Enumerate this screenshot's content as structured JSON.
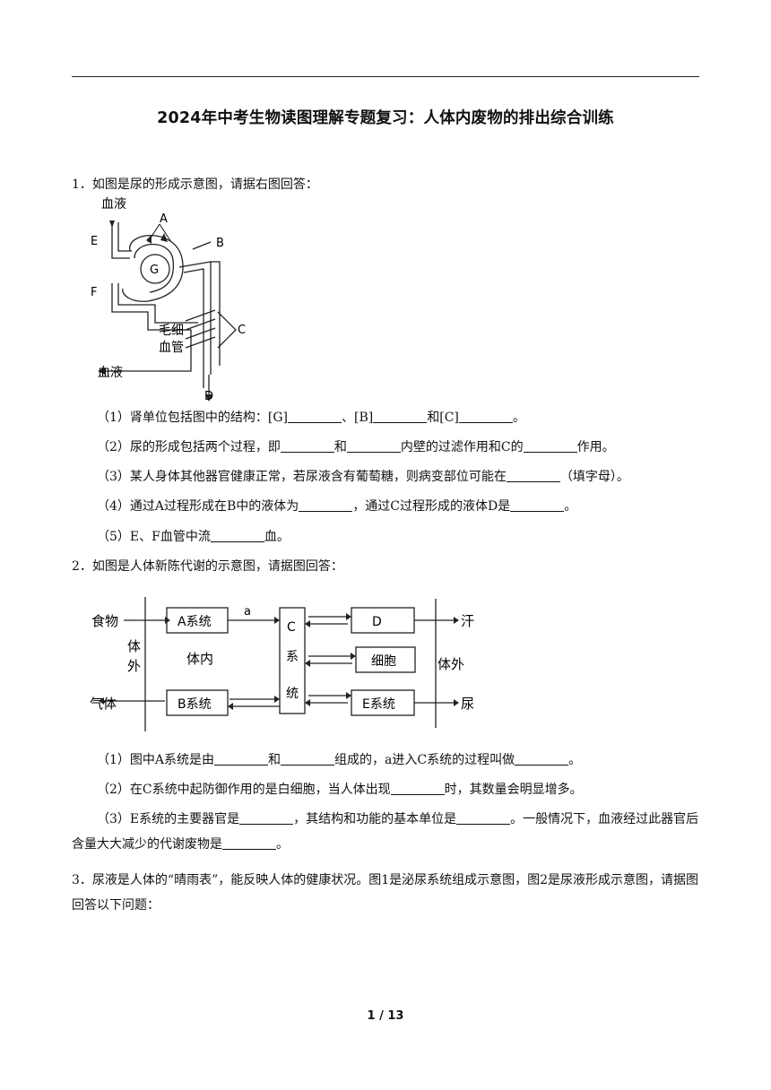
{
  "title": "2024年中考生物读图理解专题复习：人体内废物的排出综合训练",
  "q1": {
    "stem": "1．如图是尿的形成示意图，请据右图回答：",
    "diagram": {
      "blood_top": "血液",
      "A": "A",
      "B": "B",
      "C": "C",
      "D": "D",
      "E": "E",
      "F": "F",
      "G": "G",
      "capillary_1": "毛细",
      "capillary_2": "血管",
      "blood_bottom": "血液"
    },
    "s1": {
      "a": "（1）肾单位包括图中的结构：[G]",
      "b": "、[B]",
      "c": "和[C]",
      "d": "。"
    },
    "s2": {
      "a": "（2）尿的形成包括两个过程，即",
      "b": "和",
      "c": "内壁的过滤作用和C的",
      "d": "作用。"
    },
    "s3": {
      "a": "（3）某人身体其他器官健康正常，若尿液含有葡萄糖，则病变部位可能在",
      "b": "（填字母）。"
    },
    "s4": {
      "a": "（4）通过A过程形成在B中的液体为",
      "b": "，通过C过程形成的液体D是",
      "c": "。"
    },
    "s5": {
      "a": "（5）E、F血管中流",
      "b": "血。"
    }
  },
  "q2": {
    "stem": "2．如图是人体新陈代谢的示意图，请据图回答：",
    "diagram": {
      "food": "食物",
      "gas": "气体",
      "body_out_1": "体",
      "body_out_2": "外",
      "body_in": "体内",
      "A_sys": "A系统",
      "B_sys": "B系统",
      "a": "a",
      "C1": "C",
      "C2": "系",
      "C3": "统",
      "D": "D",
      "cell": "细胞",
      "E_sys": "E系统",
      "body_out_right": "体外",
      "sweat": "汗",
      "urine": "尿"
    },
    "s1": {
      "a": "（1）图中A系统是由",
      "b": "和",
      "c": "组成的，a进入C系统的过程叫做",
      "d": "。"
    },
    "s2": {
      "a": "（2）在C系统中起防御作用的是白细胞，当人体出现",
      "b": "时，其数量会明显增多。"
    },
    "s3": {
      "a": "（3）E系统的主要器官是",
      "b": "，其结构和功能的基本单位是",
      "c": "。一般情况下，血液经过此器官后含量大大减少的代谢废物是",
      "d": "。"
    }
  },
  "q3": {
    "stem": "3．尿液是人体的“晴雨表”，能反映人体的健康状况。图1是泌尿系统组成示意图，图2是尿液形成示意图，请据图回答以下问题："
  },
  "footer": "1 / 13"
}
